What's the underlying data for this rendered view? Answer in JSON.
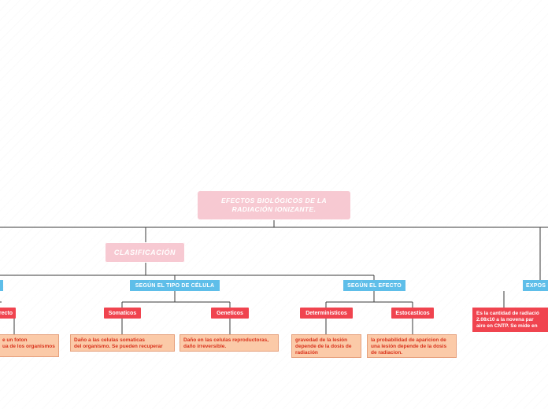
{
  "mindmap": {
    "root": {
      "title": "EFECTOS BIOLÓGICOS DE LA RADIACIÓN IONIZANTE."
    },
    "classification": {
      "label": "CLASIFICACIÓN"
    },
    "branches": {
      "cell_type": {
        "label": "SEGÚN EL TIPO DE CÉLULA"
      },
      "effect": {
        "label": "SEGÚN EL EFECTO"
      },
      "exposure": {
        "label": "EXPOS"
      }
    },
    "topics": {
      "direct": "recto",
      "somatic": "Somaticos",
      "genetic": "Geneticos",
      "deterministic": "Deterministicos",
      "stochastic": "Estocasticos"
    },
    "notes": {
      "direct_line1": "e un foton",
      "direct_line2": "ua de los organismos",
      "somatic_line1": "Daño a las celulas somaticas",
      "somatic_line2": "del organismo. Se pueden recuperar",
      "genetic_line1": "Daño en las celulas reproductoras,",
      "genetic_line2": "daño irreversible.",
      "deterministic_line1": "gravedad de la lesión",
      "deterministic_line2": "depende de la dosis de",
      "deterministic_line3": "radiación",
      "stochastic_line1": "la probabilidad de aparicion de",
      "stochastic_line2": "una lesión depende de la dosis",
      "stochastic_line3": "de radiacion.",
      "exposure_line1": "Es la cantidad de radiació",
      "exposure_line2": "2.08x10 a la novena par",
      "exposure_line3": "aire en CNTP. Se mide en"
    },
    "colors": {
      "pink": "#f7c9d2",
      "blue": "#5ebee9",
      "red": "#f0444f",
      "peach": "#fbcaa8",
      "line": "#333333"
    }
  }
}
